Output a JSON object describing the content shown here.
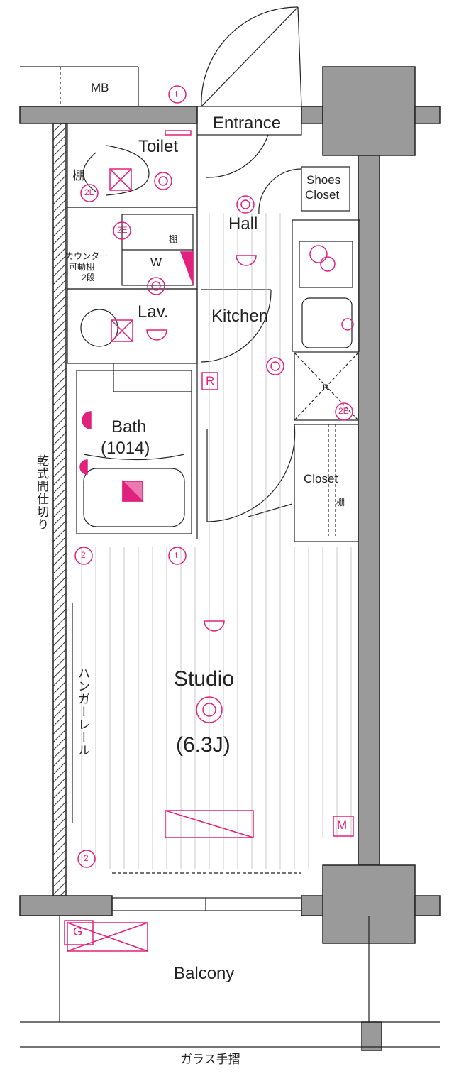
{
  "rooms": {
    "mb": "MB",
    "entrance": "Entrance",
    "toilet": "Toilet",
    "shoes_closet_1": "Shoes",
    "shoes_closet_2": "Closet",
    "hall": "Hall",
    "wash": "W",
    "lav": "Lav.",
    "kitchen": "Kitchen",
    "bath": "Bath",
    "bath_size": "(1014)",
    "closet": "Closet",
    "studio": "Studio",
    "studio_size": "(6.3J)",
    "balcony": "Balcony"
  },
  "notes": {
    "counter_1": "カウンター",
    "counter_2": "可動棚",
    "counter_3": "2段",
    "partition": "乾式間仕切り",
    "hanger_rail": "ハンガーレール",
    "glass_rail": "ガラス手摺",
    "shelf_1": "棚",
    "shelf_2": "棚",
    "shelf_3": "棚"
  },
  "symbols": {
    "t_top": "t",
    "t_mid": "t",
    "two_e_wash": "2E",
    "two_e_kitchen": "2E",
    "two_toilet": "2L",
    "two_left": "2",
    "two_bottom": "2",
    "r_hall": "R",
    "r_kitchen": "R",
    "m_meter": "M",
    "g_gas": "G"
  },
  "colors": {
    "line": "#222222",
    "wall": "#9a9a9a",
    "pink": "#e0217d"
  }
}
